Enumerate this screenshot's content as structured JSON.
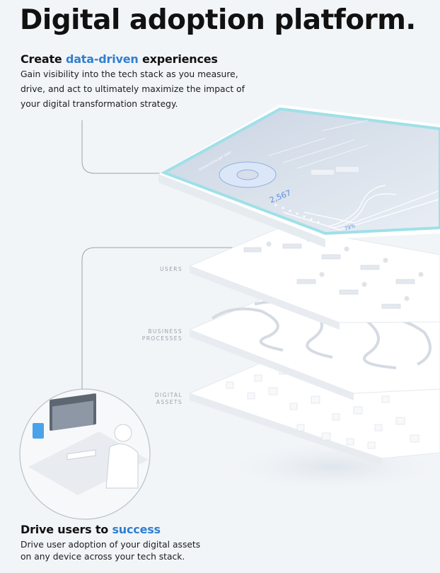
{
  "header": {
    "title": "Digital adoption platform."
  },
  "section_top": {
    "heading_prefix": "Create ",
    "heading_accent": "data-driven",
    "heading_suffix": " experiences",
    "body": "Gain visibility into the tech stack as you measure, drive, and act to ultimately maximize the impact of your digital transformation strategy."
  },
  "layers": {
    "users": "USERS",
    "business_processes_1": "BUSINESS",
    "business_processes_2": "PROCESSES",
    "digital_assets_1": "DIGITAL",
    "digital_assets_2": "ASSETS"
  },
  "dashboard": {
    "widget_title": "Interactions per User",
    "metric_value": "2,567",
    "percent_value": "79%"
  },
  "section_bottom": {
    "heading_prefix": "Drive users to ",
    "heading_accent": "success",
    "body": "Drive user adoption of your digital assets on any device across your tech stack."
  },
  "colors": {
    "accent": "#2f7fd1",
    "background": "#f2f5f8",
    "screen_glow": "#9fe0e8"
  }
}
